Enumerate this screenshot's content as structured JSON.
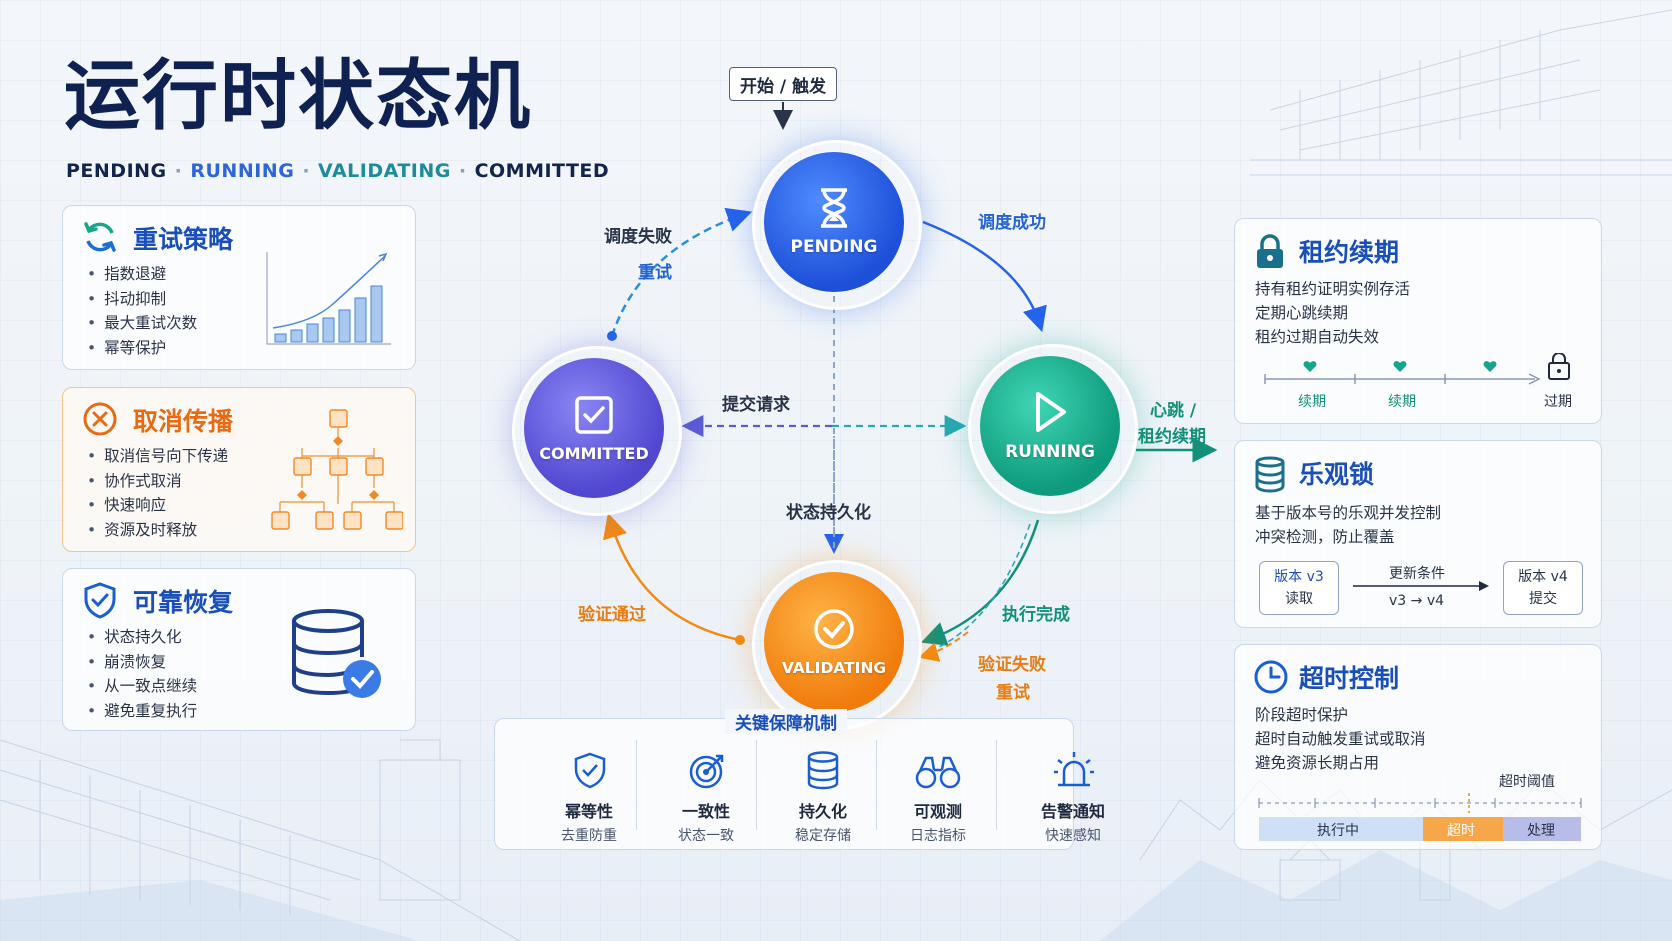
{
  "title": "运行时状态机",
  "states_line": [
    "PENDING",
    "RUNNING",
    "VALIDATING",
    "COMMITTED"
  ],
  "states_separator": "·",
  "diagram": {
    "start_label": "开始 / 触发",
    "nodes": {
      "pending": "PENDING",
      "running": "RUNNING",
      "validating": "VALIDATING",
      "committed": "COMMITTED"
    },
    "edges": {
      "schedule_success": "调度成功",
      "schedule_fail": "调度失败",
      "retry_top": "重试",
      "submit_request": "提交请求",
      "state_persist": "状态持久化",
      "heartbeat_line1": "心跳 /",
      "heartbeat_line2": "租约续期",
      "exec_done": "执行完成",
      "verify_fail": "验证失败",
      "retry_bottom": "重试",
      "verify_pass": "验证通过"
    },
    "colors": {
      "pending": "#2563eb",
      "running": "#14a58a",
      "validating": "#f28a14",
      "committed": "#5b5bd6"
    }
  },
  "left_cards": {
    "retry": {
      "title": "重试策略",
      "icon": "refresh-icon",
      "items": [
        "指数退避",
        "抖动抑制",
        "最大重试次数",
        "幂等保护"
      ]
    },
    "cancel": {
      "title": "取消传播",
      "icon": "cancel-circle-icon",
      "items": [
        "取消信号向下传递",
        "协作式取消",
        "快速响应",
        "资源及时释放"
      ]
    },
    "recover": {
      "title": "可靠恢复",
      "icon": "shield-check-icon",
      "items": [
        "状态持久化",
        "崩溃恢复",
        "从一致点继续",
        "避免重复执行"
      ]
    }
  },
  "right_cards": {
    "lease": {
      "title": "租约续期",
      "icon": "lock-icon",
      "lines": [
        "持有租约证明实例存活",
        "定期心跳续期",
        "租约过期自动失效"
      ],
      "timeline": [
        "续期",
        "续期",
        "过期"
      ]
    },
    "optimistic": {
      "title": "乐观锁",
      "icon": "database-icon",
      "lines": [
        "基于版本号的乐观并发控制",
        "冲突检测，防止覆盖"
      ],
      "left_box": [
        "版本 v3",
        "读取"
      ],
      "arrow_top": "更新条件",
      "arrow_bottom": "v3 → v4",
      "right_box": [
        "版本 v4",
        "提交"
      ]
    },
    "timeout": {
      "title": "超时控制",
      "icon": "clock-icon",
      "lines": [
        "阶段超时保护",
        "超时自动触发重试或取消",
        "避免资源长期占用"
      ],
      "threshold": "超时阈值",
      "bar": [
        "执行中",
        "超时",
        "处理"
      ]
    }
  },
  "mechanisms": {
    "title": "关键保障机制",
    "items": [
      {
        "name": "幂等性",
        "desc": "去重防重",
        "icon": "shield-icon"
      },
      {
        "name": "一致性",
        "desc": "状态一致",
        "icon": "target-icon"
      },
      {
        "name": "持久化",
        "desc": "稳定存储",
        "icon": "database-icon"
      },
      {
        "name": "可观测",
        "desc": "日志指标",
        "icon": "binoculars-icon"
      },
      {
        "name": "告警通知",
        "desc": "快速感知",
        "icon": "alarm-icon"
      }
    ]
  }
}
